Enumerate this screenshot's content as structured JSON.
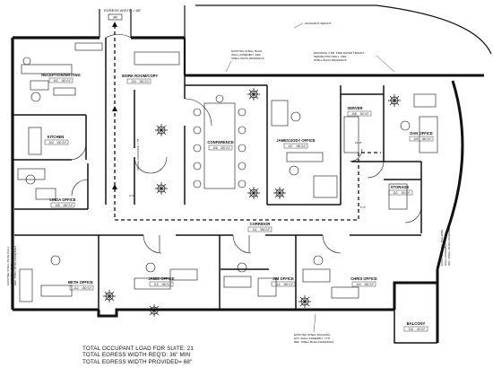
{
  "header": {
    "egress_top": "EGRESS WIDTH = 68\"",
    "egress_top_box": "340",
    "adjacent_tenant": "ADJACENT TENANT"
  },
  "notes": {
    "shell_wall_top": [
      "EXISTING SHELL BLDG.",
      "WALL ASSEMBLY. REF",
      "SHELL BLDG DRAWINGS"
    ],
    "demising_wall": [
      "DEMISING 1 HR. FIRE RATED TENANT",
      "SEPARATION WALL. REF.",
      "SHELL BLDG DRAWINGS"
    ],
    "shell_wall_left": [
      "EXISTING SHELL BLDG WALL",
      "ASSEMBLY. TYP.",
      "REF. SHELL BLDG DRAWINGS"
    ],
    "shell_wall_right": [
      "EXISTING SHELL BUILDING",
      "WALL ASSEMBLY. TYP.",
      "REF. SHELL BLDG DRAWINGS"
    ],
    "shell_wall_bottom": [
      "EXISTING SHELL BUILDING",
      "EXT. WALL ASSEMBLY. TYP.",
      "REF. SHELL BLDG DRAWINGS"
    ],
    "travel_distance": "TRAVEL DISTANCE = 75'",
    "dim_a": "9'-5\"",
    "dim_b": "21'-8\"",
    "dim_c": "5'-5\""
  },
  "rooms": {
    "reception": {
      "name": "RECEPTION/WAITING",
      "num": "102",
      "area": "150 S.F."
    },
    "workroom": {
      "name": "WORK ROOM/COPY",
      "num": "103",
      "area": "150 S.F."
    },
    "kitchen": {
      "name": "KITCHEN",
      "num": "104",
      "area": "100 S.F."
    },
    "linda": {
      "name": "LINDA OFFICE",
      "num": "105",
      "area": "150 S.F."
    },
    "conference": {
      "name": "CONFERENCE",
      "num": "106",
      "area": "300 S.F."
    },
    "james_jody": {
      "name": "JAMES/JODY OFFICE",
      "num": "107",
      "area": "150 S.F."
    },
    "server": {
      "name": "SERVER",
      "num": "108",
      "area": "50 S.F."
    },
    "dan": {
      "name": "DAN OFFICE",
      "num": "109",
      "area": "150 S.F."
    },
    "storage": {
      "name": "STORAGE",
      "num": "110",
      "area": "50 S.F."
    },
    "corridor": {
      "name": "CORRIDOR",
      "num": "111",
      "area": "300 S.F."
    },
    "beth": {
      "name": "BETH OFFICE",
      "num": "112",
      "area": "150 S.F."
    },
    "jamie": {
      "name": "JAMIE OFFICE",
      "num": "113",
      "area": "150 S.F."
    },
    "jim": {
      "name": "JIM OFFICE",
      "num": "114",
      "area": "150 S.F."
    },
    "chris": {
      "name": "CHRIS OFFICE",
      "num": "115",
      "area": "150 S.F."
    },
    "balcony": {
      "name": "BALCONY",
      "num": "116",
      "area": "40 S.F."
    }
  },
  "summary": {
    "line1": "TOTAL OCCUPANT LOAD FOR SUITE: 21",
    "line2": "TOTAL EGRESS WIDTH REQ'D: 36\" MIN",
    "line3": "TOTAL EGRESS WIDTH PROVIDED= 68\""
  }
}
